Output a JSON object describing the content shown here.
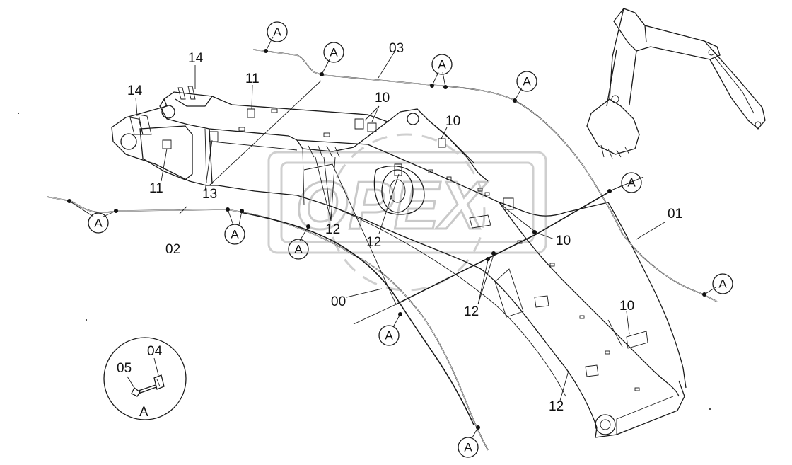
{
  "watermark": {
    "text": "OPEX"
  },
  "labels": {
    "l00": "00",
    "l01": "01",
    "l02": "02",
    "l03": "03",
    "l04": "04",
    "l05": "05",
    "l10a": "10",
    "l10b": "10",
    "l10c": "10",
    "l10d": "10",
    "l11a": "11",
    "l11b": "11",
    "l12a": "12",
    "l12b": "12",
    "l12c": "12",
    "l12d": "12",
    "l13": "13",
    "l14a": "14",
    "l14b": "14",
    "detailA": "A"
  },
  "callout_letter": "A"
}
